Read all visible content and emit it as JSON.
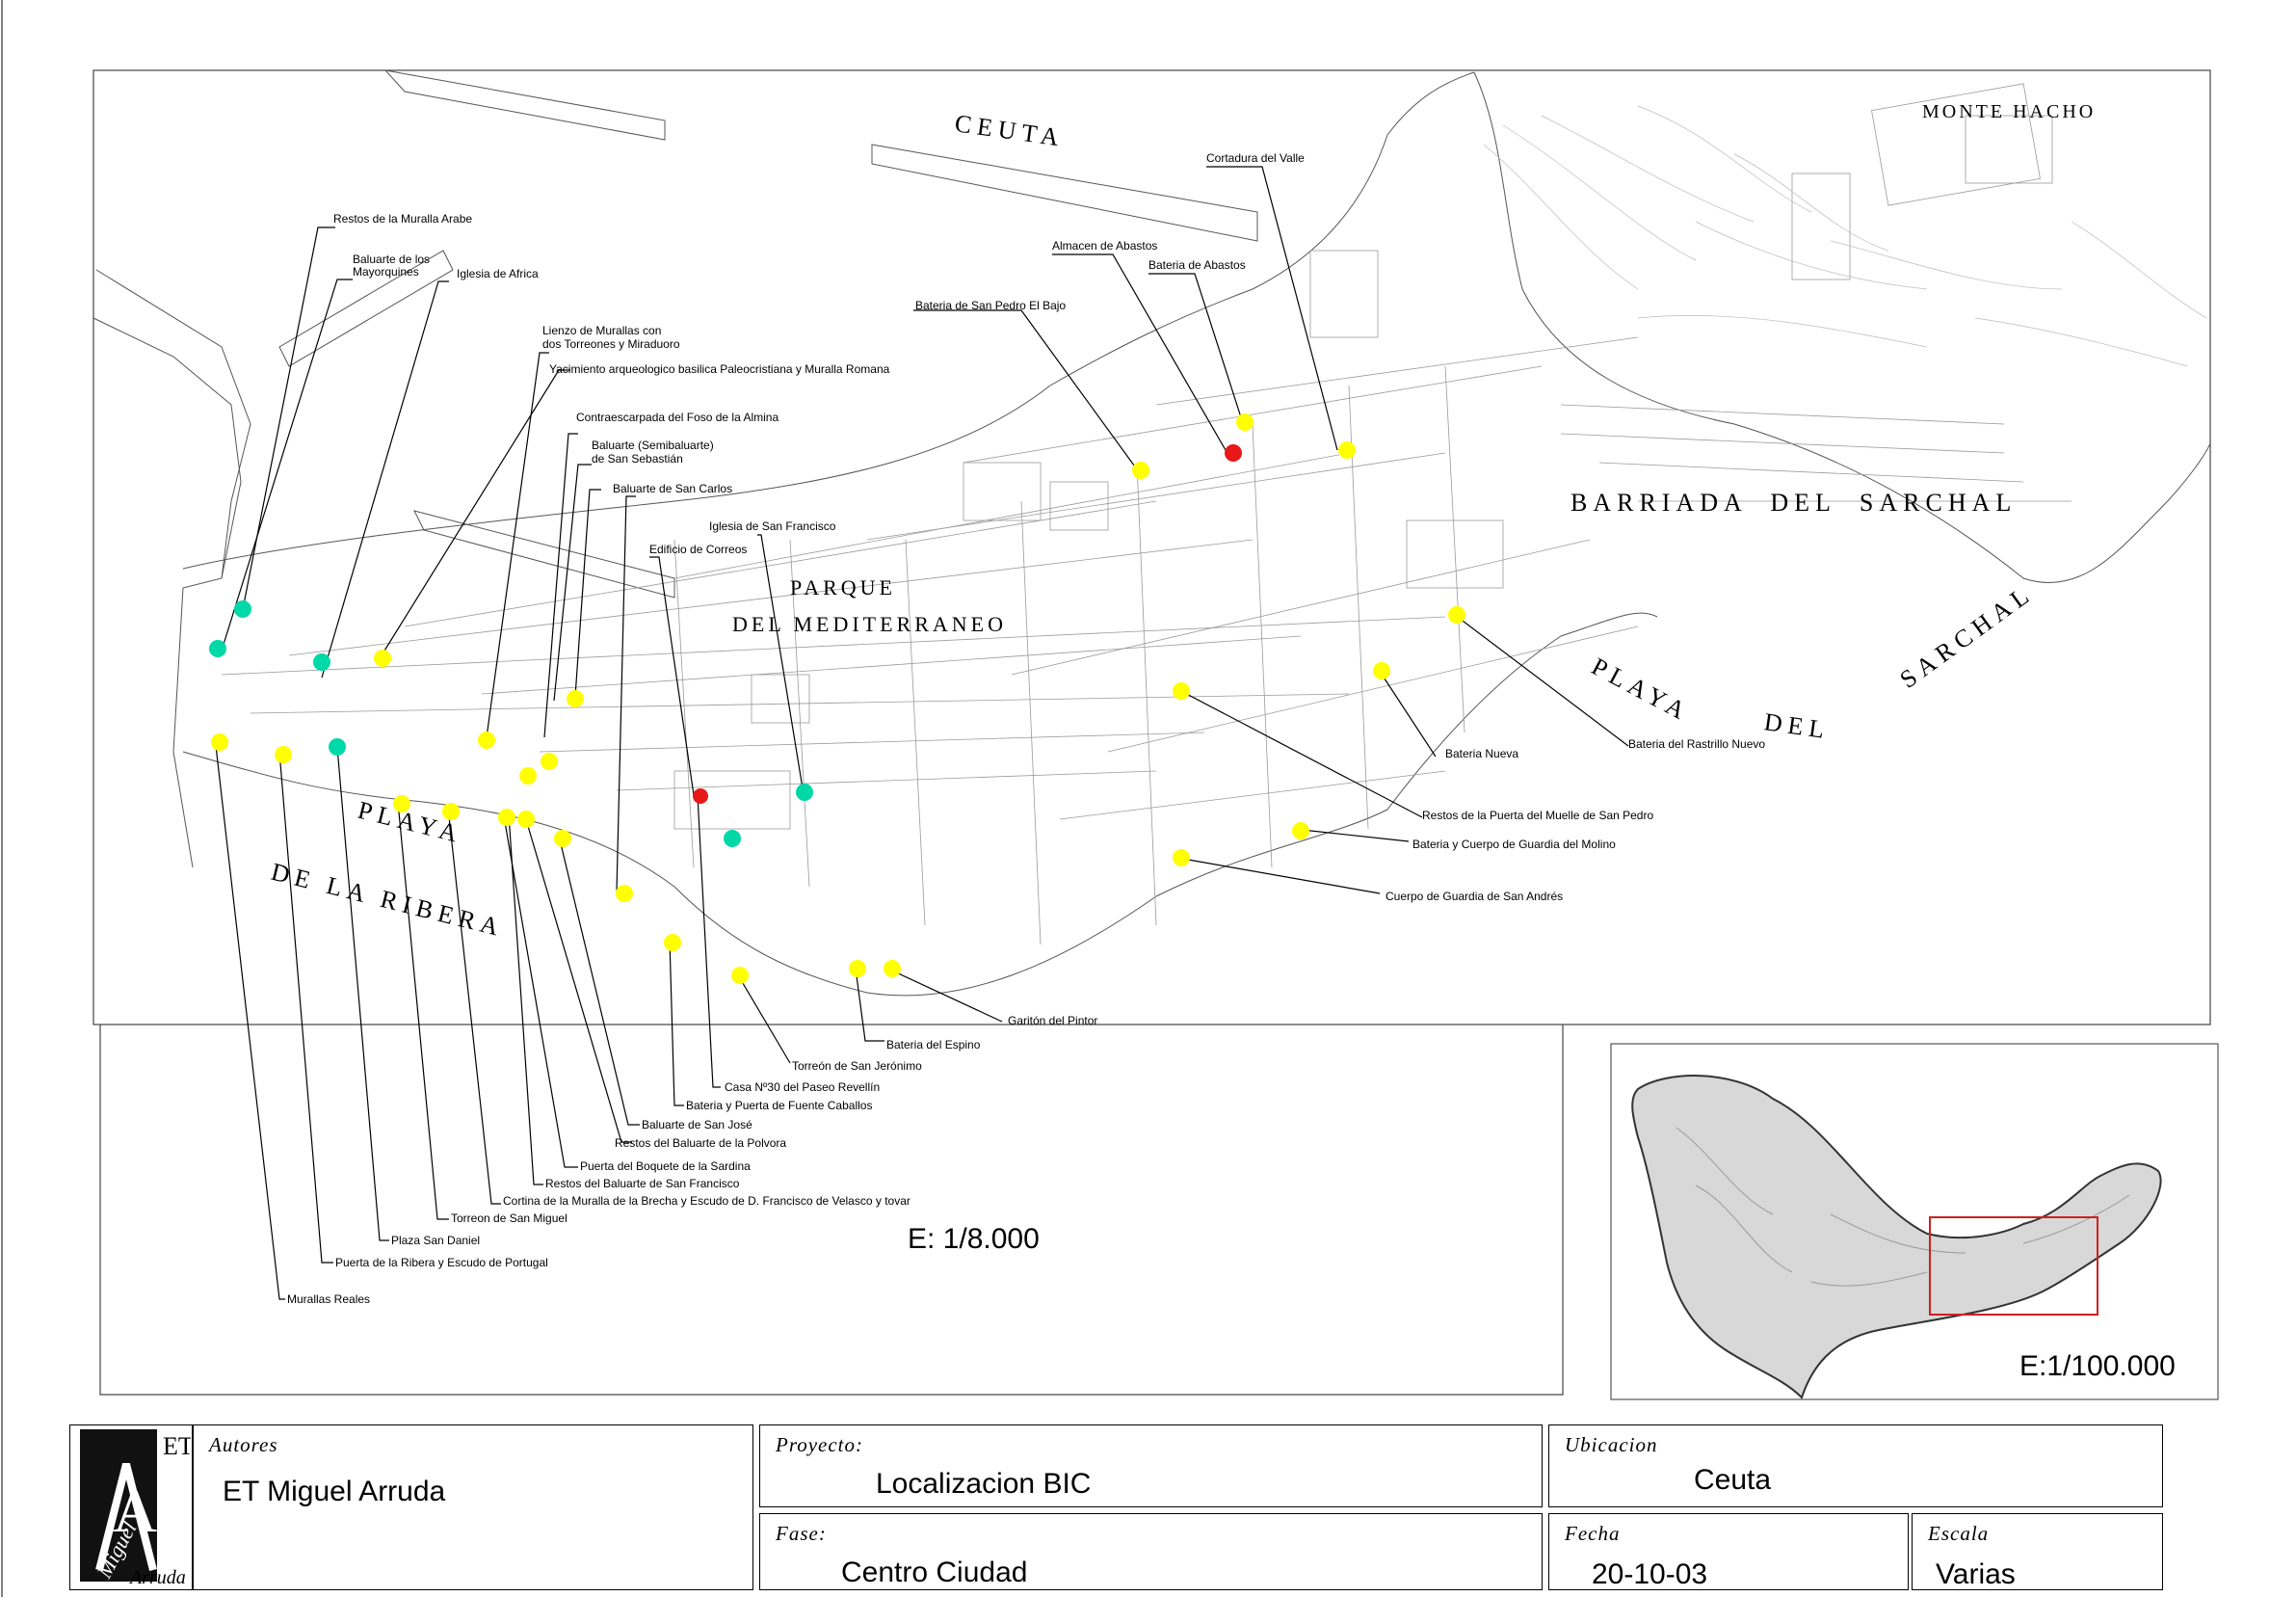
{
  "map": {
    "area_labels": {
      "ceuta": "CEUTA",
      "monte_hacho": "MONTE HACHO",
      "barriada_del_sarchal": "BARRIADA  DEL  SARCHAL",
      "parque": "PARQUE",
      "del_mediterraneo": "DEL MEDITERRANEO",
      "playa_ribera_1": "PLAYA",
      "playa_ribera_2": "DE LA RIBERA",
      "playa_sarchal_1": "PLAYA",
      "playa_sarchal_2": "DEL",
      "playa_sarchal_3": "SARCHAL"
    },
    "scale_main": "E: 1/8.000",
    "scale_inset": "E:1/100.000",
    "marker_colors": {
      "yellow": "#ffff00",
      "cyan": "#00d8a8",
      "red": "#e81818"
    },
    "callouts": [
      "Restos de la Muralla Arabe",
      "Baluarte de los",
      "Mayorquines",
      "Iglesia de Africa",
      "Lienzo de Murallas con",
      "dos Torreones y Miraduoro",
      "Yacimiento arqueologico basilica Paleocristiana y Muralla Romana",
      "Contraescarpada del Foso de la Almina",
      "Baluarte (Semibaluarte)",
      "de San Sebastián",
      "Baluarte de San Carlos",
      "Iglesia de San Francisco",
      "Edificio de Correos",
      "Cortadura del Valle",
      "Almacen de Abastos",
      "Bateria de Abastos",
      "Bateria de San Pedro El Bajo",
      "Bateria Nueva",
      "Bateria del Rastrillo Nuevo",
      "Restos de la Puerta del Muelle de San Pedro",
      "Bateria y Cuerpo de Guardia del Molino",
      "Cuerpo de Guardia de San Andrés",
      "Garitón del Pintor",
      "Bateria del Espino",
      "Torreón de San Jerónimo",
      "Casa Nº30 del Paseo Revellín",
      "Bateria y Puerta de Fuente Caballos",
      "Baluarte de San José",
      "Restos del Baluarte de la Polvora",
      "Puerta del Boquete de la Sardina",
      "Restos del Baluarte de San Francisco",
      "Cortina de la Muralla de la Brecha y Escudo de D. Francisco de Velasco y tovar",
      "Torreon de San Miguel",
      "Plaza San Daniel",
      "Puerta de la Ribera y Escudo de Portugal",
      "Murallas Reales"
    ]
  },
  "title_block": {
    "logo_text": {
      "initials": "ET",
      "letter": "A",
      "name_1": "Miguel",
      "name_2": "Arruda"
    },
    "autores": {
      "label": "Autores",
      "value": "ET Miguel Arruda"
    },
    "proyecto": {
      "label": "Proyecto:",
      "value": "Localizacion BIC"
    },
    "ubicacion": {
      "label": "Ubicacion",
      "value": "Ceuta"
    },
    "fase": {
      "label": "Fase:",
      "value": "Centro Ciudad"
    },
    "fecha": {
      "label": "Fecha",
      "value": "20-10-03"
    },
    "escala": {
      "label": "Escala",
      "value": "Varias"
    }
  }
}
